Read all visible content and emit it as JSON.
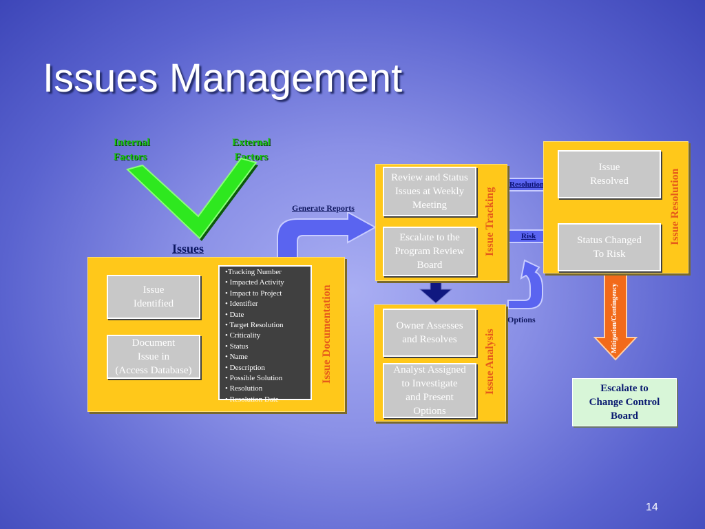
{
  "title": "Issues Management",
  "factors": {
    "internal": [
      "Internal",
      "Factors"
    ],
    "external": [
      "External",
      "Factors"
    ]
  },
  "issues_label": "Issues",
  "documentation": {
    "label": "Issue Documentation",
    "issue_identified": [
      "Issue",
      "Identified"
    ],
    "document_issue": [
      "Document",
      "Issue in",
      "(Access Database)"
    ],
    "fields": [
      "•Tracking Number",
      "• Impacted Activity",
      "• Impact to Project",
      "• Identifier",
      "• Date",
      "• Target Resolution",
      "• Criticality",
      "• Status",
      "• Name",
      "• Description",
      "• Possible Solution",
      "• Resolution",
      "• Resolution Date"
    ]
  },
  "generate_reports": "Generate Reports",
  "tracking": {
    "label": "Issue Tracking",
    "review": [
      "Review and Status",
      "Issues at Weekly",
      "Meeting"
    ],
    "escalate_board": [
      "Escalate to the",
      "Program  Review",
      "Board"
    ]
  },
  "analysis": {
    "label": "Issue Analysis",
    "owner": [
      "Owner Assesses",
      "and Resolves"
    ],
    "analyst": [
      "Analyst Assigned",
      "to Investigate",
      "and Present",
      "Options"
    ]
  },
  "options_label": "Options",
  "resolution_arrow": "Resolution",
  "risk_arrow": "Risk",
  "resolution_panel": {
    "label": "Issue Resolution",
    "resolved": [
      "Issue",
      "Resolved"
    ],
    "status_changed": [
      "Status Changed",
      "To Risk"
    ]
  },
  "mitigation_label": "Mitigation/Contingency",
  "escalate_ccb": [
    "Escalate to",
    "Change Control",
    "Board"
  ],
  "page_number": "14",
  "colors": {
    "panel_yellow": "#ffc81a",
    "box_gray": "#c8c8c8",
    "label_orange": "#e55a1a",
    "factor_green": "#19c40f",
    "arrow_blue": "#5a64f0",
    "arrow_orange": "#f26a1a",
    "escalate_bg": "#d8f6d8"
  }
}
